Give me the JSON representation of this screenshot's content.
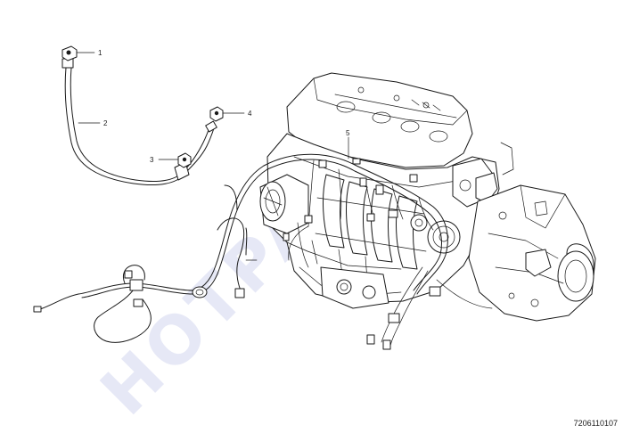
{
  "watermark": "HOTPARTS",
  "callouts": [
    {
      "id": "1",
      "label": "1"
    },
    {
      "id": "2",
      "label": "2"
    },
    {
      "id": "3",
      "label": "3"
    },
    {
      "id": "4",
      "label": "4"
    },
    {
      "id": "5",
      "label": "5"
    }
  ],
  "part_code": "7206110107"
}
